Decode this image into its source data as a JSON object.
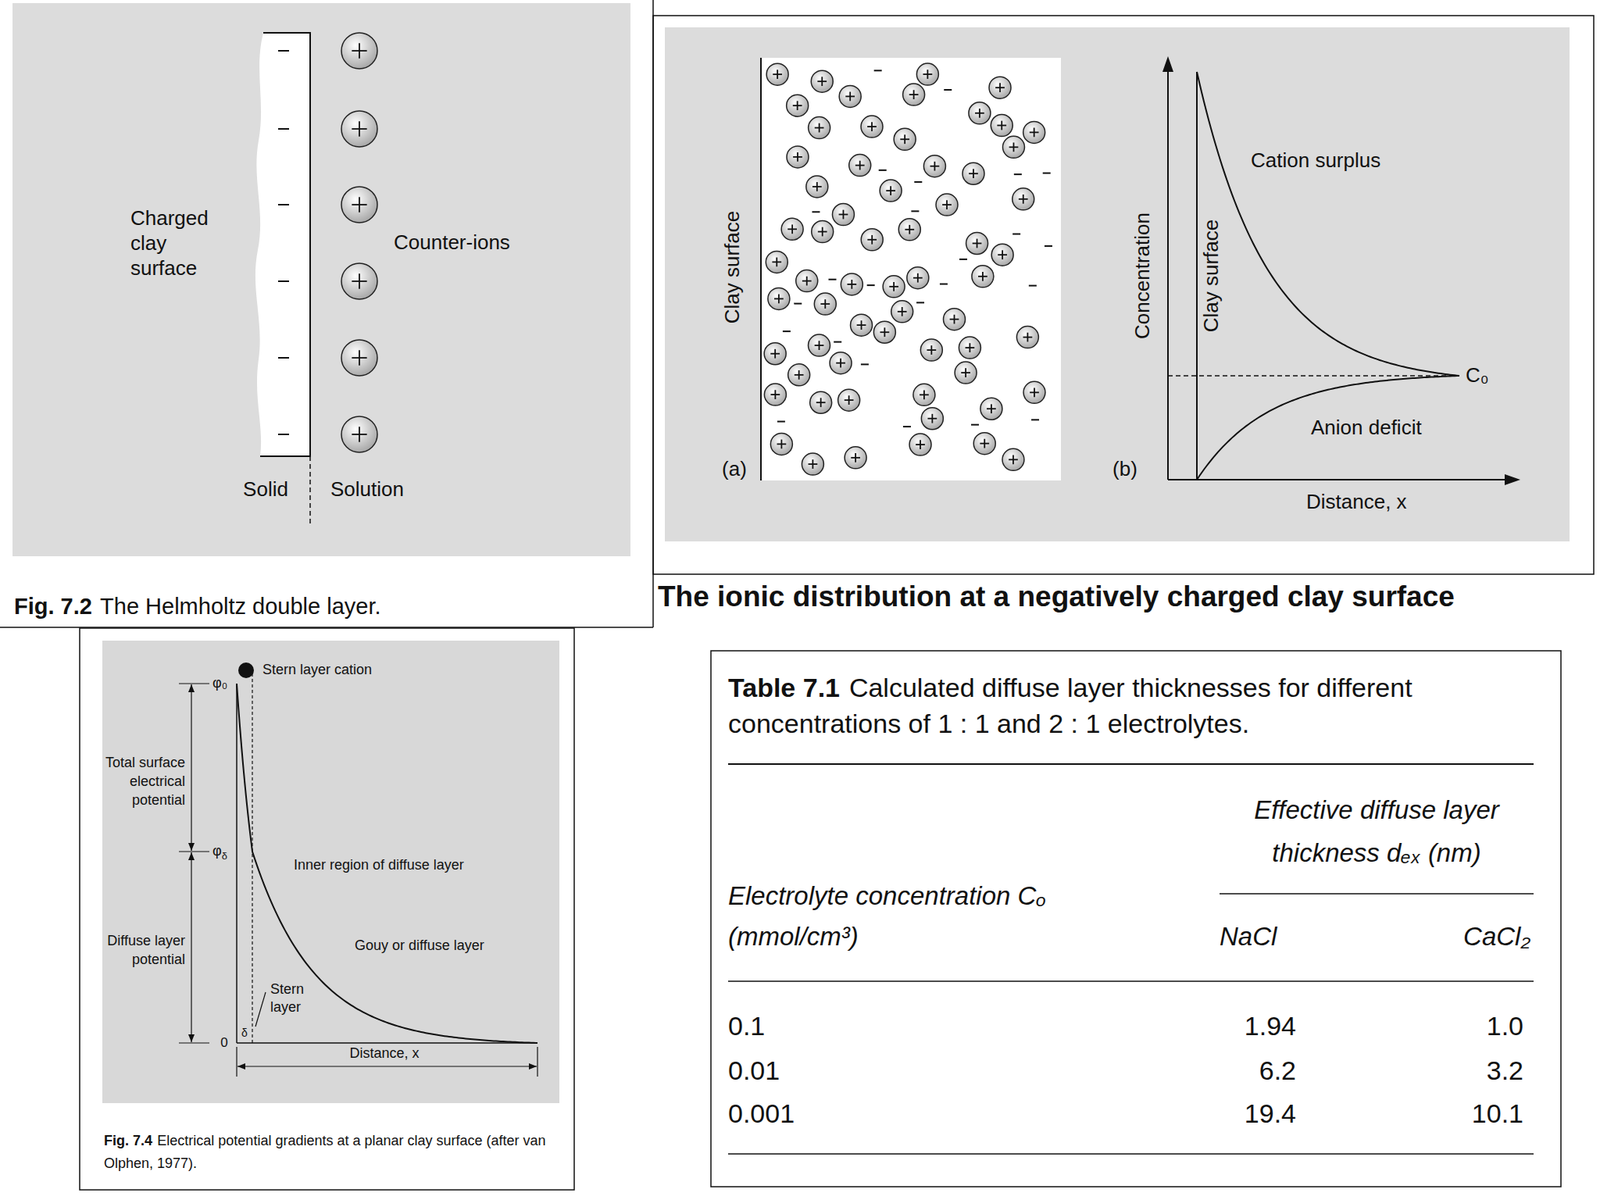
{
  "diagram": {
    "labels": [
      "Charged clay surface",
      "Counter-ions",
      "Solid",
      "Solution",
      "Fig. 7.2",
      "The Helmholtz double layer.",
      "Clay surface",
      "(a)",
      "Concentration",
      "Clay surface",
      "Cation surplus",
      "C₀",
      "Anion deficit",
      "(b)",
      "Distance, x",
      "The ionic distribution at a negatively charged clay surface",
      "Stern layer cation",
      "φ₀",
      "φ",
      "δ",
      "Total surface electrical potential",
      "Inner region of diffuse layer",
      "Diffuse layer potential",
      "Gouy or diffuse layer",
      "Stern layer",
      "0",
      "δ",
      "Distance, x",
      "Fig. 7.4",
      "Electrical potential gradients at a planar clay surface (after van Olphen, 1977).",
      "Table 7.1",
      "Calculated diffuse layer thicknesses for different concentrations of 1 : 1 and 2 : 1 electrolytes.",
      "Effective diffuse layer thickness dₑₓ (nm)",
      "Electrolyte concentration Cₒ (mmol/cm³)",
      "NaCl",
      "CaCl₂",
      "0.1",
      "1.94",
      "1.0",
      "0.01",
      "6.2",
      "3.2",
      "0.001",
      "19.4",
      "10.1"
    ]
  }
}
